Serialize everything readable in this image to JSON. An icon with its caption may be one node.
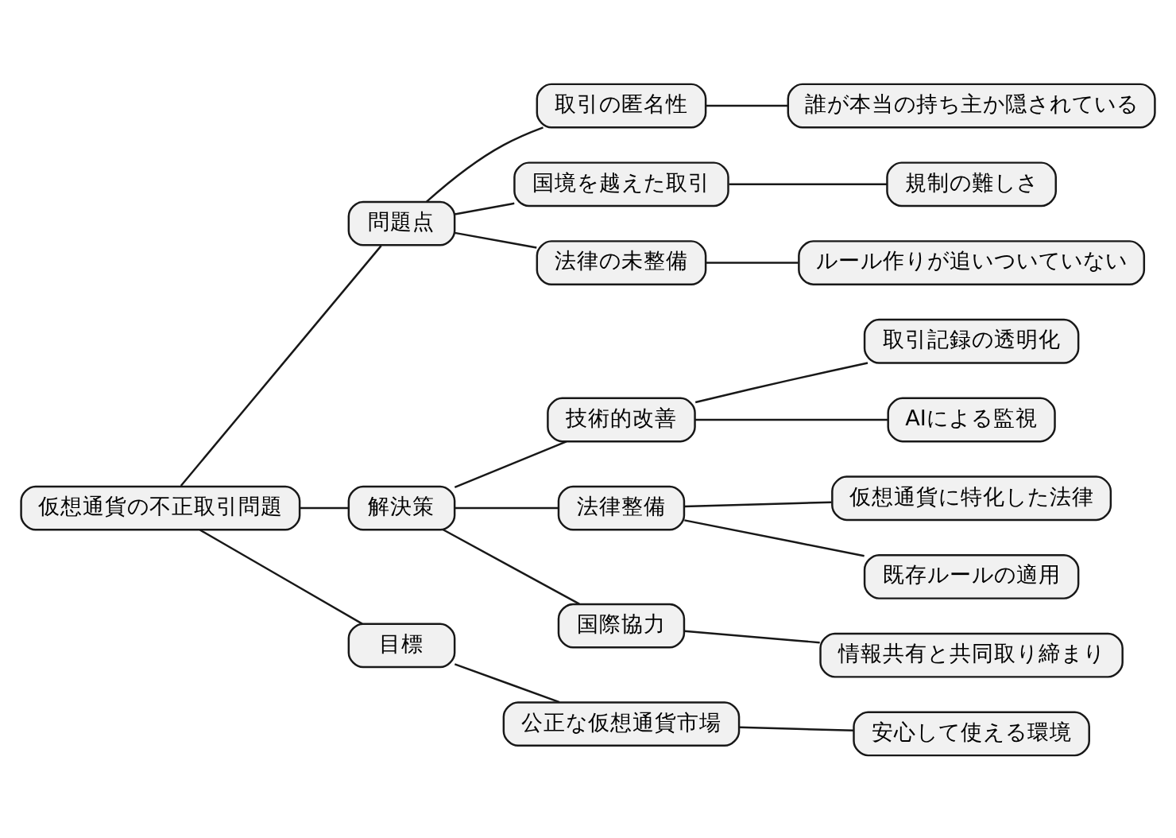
{
  "diagram": {
    "nodes": [
      {
        "text": [
          "仮想通貨の不正取引問題"
        ]
      },
      {
        "text": [
          "問題点"
        ]
      },
      {
        "text": [
          "取引の匿名性"
        ]
      },
      {
        "text": [
          "誰が本当の持ち主か隠されている"
        ]
      },
      {
        "text": [
          "国境を越えた取引"
        ]
      },
      {
        "text": [
          "規制の難しさ"
        ]
      },
      {
        "text": [
          "法律の未整備"
        ]
      },
      {
        "text": [
          "ルール作りが追いついていない"
        ]
      },
      {
        "text": [
          "解決策"
        ]
      },
      {
        "text": [
          "技術的改善"
        ]
      },
      {
        "text": [
          "取引記録の透明化"
        ]
      },
      {
        "text": [
          "AIによる監視"
        ]
      },
      {
        "text": [
          "法律整備"
        ]
      },
      {
        "text": [
          "仮想通貨に特化した法律"
        ]
      },
      {
        "text": [
          "既存ルールの適用"
        ]
      },
      {
        "text": [
          "国際協力"
        ]
      },
      {
        "text": [
          "情報共有と共同取り締まり"
        ]
      },
      {
        "text": [
          "目標"
        ]
      },
      {
        "text": [
          "公正な仮想通貨市場"
        ]
      },
      {
        "text": [
          "安心して使える環境"
        ]
      }
    ],
    "edges": [
      {
        "from": 0,
        "to": 1,
        "arrow": "none"
      },
      {
        "from": 1,
        "to": 2,
        "arrow": "none"
      },
      {
        "from": 2,
        "to": 3,
        "arrow": "none"
      },
      {
        "from": 1,
        "to": 4,
        "arrow": "none"
      },
      {
        "from": 4,
        "to": 5,
        "arrow": "none"
      },
      {
        "from": 1,
        "to": 6,
        "arrow": "none"
      },
      {
        "from": 6,
        "to": 7,
        "arrow": "none"
      },
      {
        "from": 0,
        "to": 8,
        "arrow": "none"
      },
      {
        "from": 8,
        "to": 9,
        "arrow": "none"
      },
      {
        "from": 9,
        "to": 10,
        "arrow": "none"
      },
      {
        "from": 9,
        "to": 11,
        "arrow": "none"
      },
      {
        "from": 8,
        "to": 12,
        "arrow": "none"
      },
      {
        "from": 12,
        "to": 13,
        "arrow": "none"
      },
      {
        "from": 12,
        "to": 14,
        "arrow": "none"
      },
      {
        "from": 8,
        "to": 15,
        "arrow": "none"
      },
      {
        "from": 15,
        "to": 16,
        "arrow": "none"
      },
      {
        "from": 0,
        "to": 17,
        "arrow": "none"
      },
      {
        "from": 17,
        "to": 18,
        "arrow": "none"
      },
      {
        "from": 18,
        "to": 19,
        "arrow": "none"
      }
    ]
  }
}
